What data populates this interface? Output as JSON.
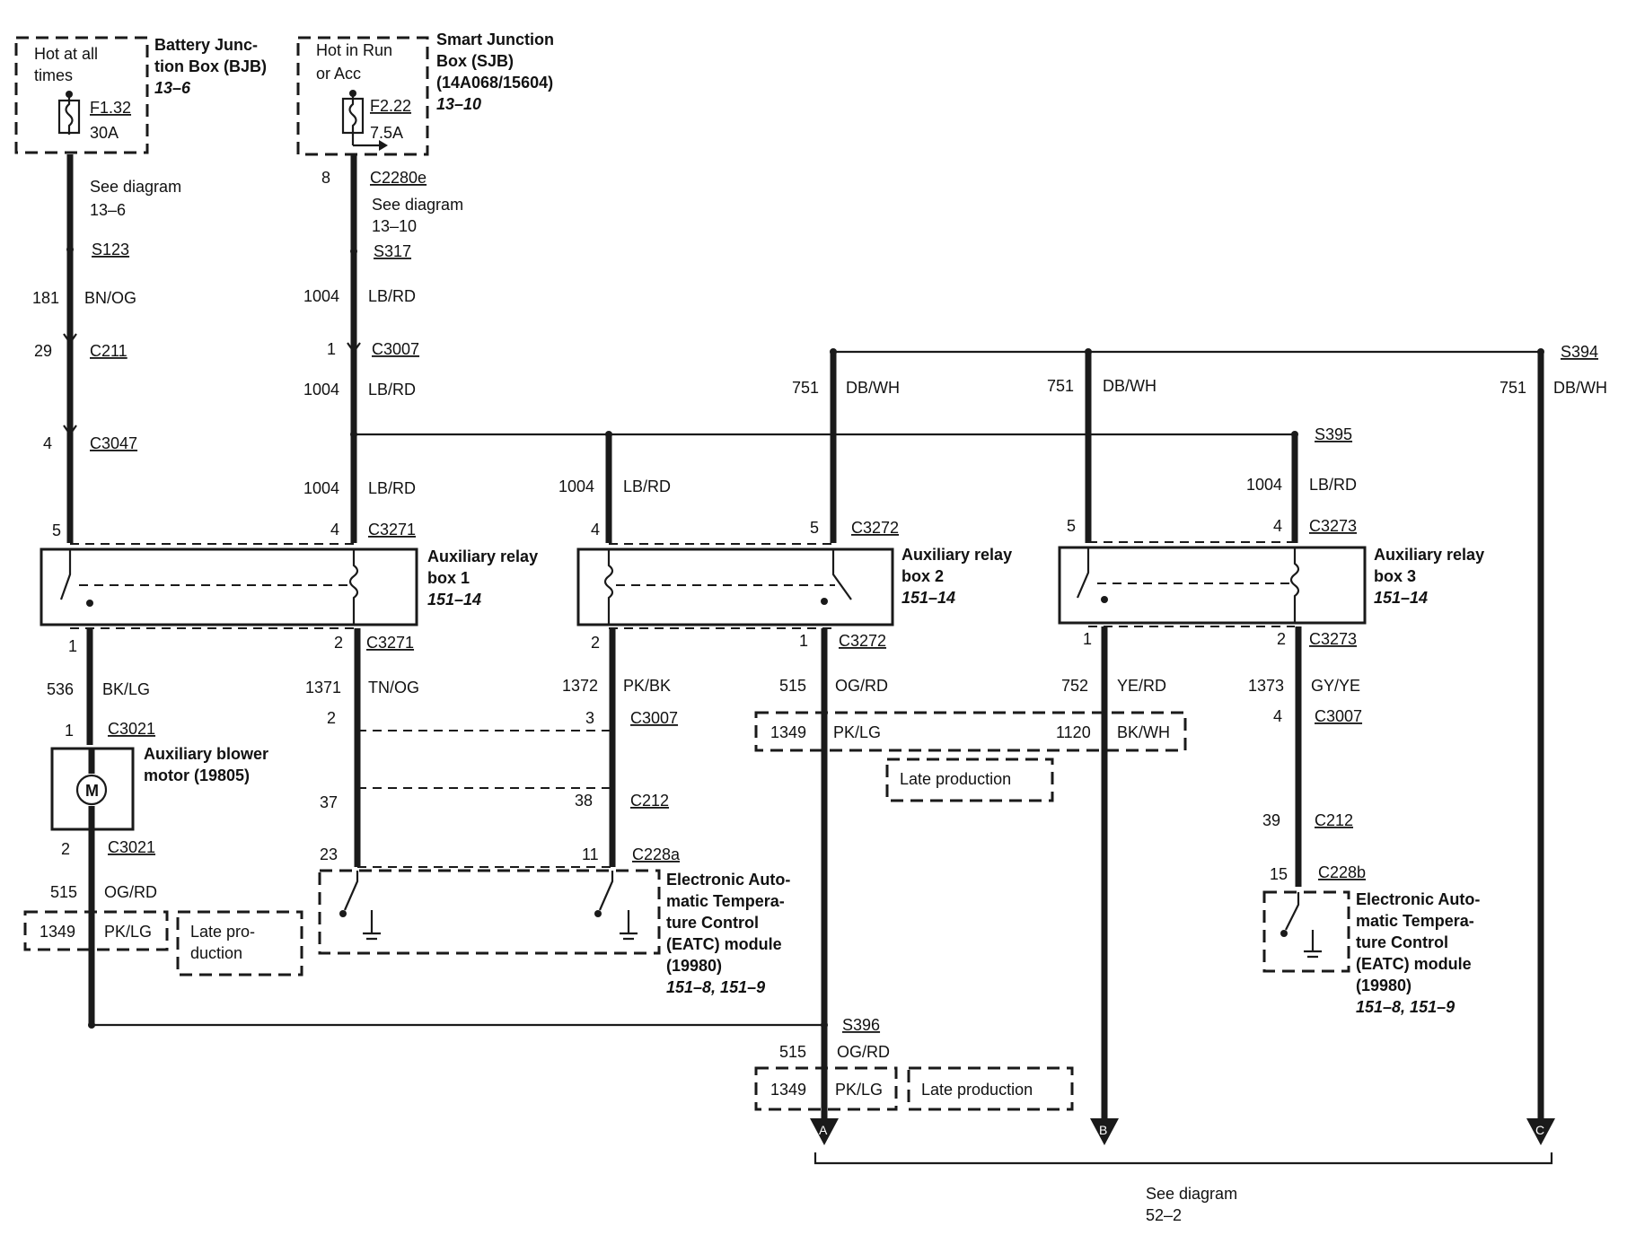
{
  "fuses": {
    "bjb": {
      "hot_line1": "Hot at all",
      "hot_line2": "times",
      "fuse_id": "F1.32",
      "fuse_rating": "30A",
      "title1": "Battery Junc-",
      "title2": "tion Box (BJB)",
      "ref": "13–6"
    },
    "sjb": {
      "hot_line1": "Hot in Run",
      "hot_line2": "or Acc",
      "fuse_id": "F2.22",
      "fuse_rating": "7.5A",
      "title1": "Smart Junction",
      "title2": "Box (SJB)",
      "title3": "(14A068/15604)",
      "ref": "13–10"
    }
  },
  "labels": {
    "see_diagram": "See diagram",
    "ref_13_6": "13–6",
    "ref_13_10": "13–10",
    "ref_52_2": "52–2",
    "late_production": "Late production",
    "late_pro": "Late pro-",
    "duction": "duction"
  },
  "connectors": {
    "c2280e": "C2280e",
    "c2280e_pin": "8",
    "s123": "S123",
    "s317": "S317",
    "c211": "C211",
    "c211_pin": "29",
    "c3007": "C3007",
    "c3007_pin1": "1",
    "c3007_pin2": "2",
    "c3007_pin3": "3",
    "c3007_pin4": "4",
    "c3047": "C3047",
    "c3047_pin": "4",
    "c3271": "C3271",
    "c3271_pin5": "5",
    "c3271_pin4": "4",
    "c3271_pin1": "1",
    "c3271_pin2": "2",
    "c3272": "C3272",
    "c3272_pin4": "4",
    "c3272_pin5": "5",
    "c3272_pin2": "2",
    "c3272_pin1": "1",
    "c3273": "C3273",
    "c3273_pin5": "5",
    "c3273_pin4": "4",
    "c3273_pin1": "1",
    "c3273_pin2": "2",
    "c3021": "C3021",
    "c3021_pin1": "1",
    "c3021_pin2": "2",
    "c212": "C212",
    "c212_pin37": "37",
    "c212_pin38": "38",
    "c212_pin39": "39",
    "c228a": "C228a",
    "c228a_pin23": "23",
    "c228a_pin11": "11",
    "c228b": "C228b",
    "c228b_pin15": "15",
    "s394": "S394",
    "s395": "S395",
    "s396": "S396"
  },
  "wires": {
    "w181": {
      "num": "181",
      "color": "BN/OG"
    },
    "w1004": {
      "num": "1004",
      "color": "LB/RD"
    },
    "w751": {
      "num": "751",
      "color": "DB/WH"
    },
    "w536": {
      "num": "536",
      "color": "BK/LG"
    },
    "w1371": {
      "num": "1371",
      "color": "TN/OG"
    },
    "w1372": {
      "num": "1372",
      "color": "PK/BK"
    },
    "w515": {
      "num": "515",
      "color": "OG/RD"
    },
    "w752": {
      "num": "752",
      "color": "YE/RD"
    },
    "w1373": {
      "num": "1373",
      "color": "GY/YE"
    },
    "w1349": {
      "num": "1349",
      "color": "PK/LG"
    },
    "w1120": {
      "num": "1120",
      "color": "BK/WH"
    }
  },
  "components": {
    "relay1": {
      "title1": "Auxiliary relay",
      "title2": "box 1",
      "ref": "151–14"
    },
    "relay2": {
      "title1": "Auxiliary relay",
      "title2": "box 2",
      "ref": "151–14"
    },
    "relay3": {
      "title1": "Auxiliary relay",
      "title2": "box 3",
      "ref": "151–14"
    },
    "motor": {
      "title1": "Auxiliary blower",
      "title2": "motor (19805)",
      "symbol": "M"
    },
    "eatc": {
      "l1": "Electronic Auto-",
      "l2": "matic Tempera-",
      "l3": "ture Control",
      "l4": "(EATC) module",
      "l5": "(19980)",
      "ref": "151–8, 151–9"
    }
  },
  "arrows": {
    "a": "A",
    "b": "B",
    "c": "C"
  }
}
